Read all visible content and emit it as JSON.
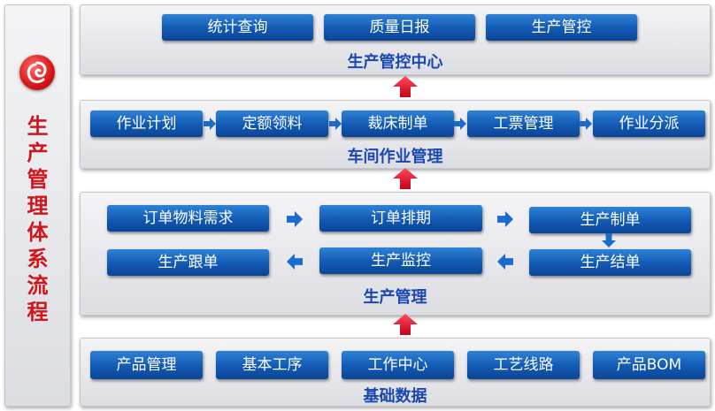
{
  "sidebar": {
    "title_chars": [
      "生",
      "产",
      "管",
      "理",
      "体",
      "系",
      "流",
      "程"
    ]
  },
  "control_center": {
    "buttons": [
      "统计查询",
      "质量日报",
      "生产管控"
    ],
    "title": "生产管控中心"
  },
  "workshop": {
    "buttons": [
      "作业计划",
      "定额领料",
      "裁床制单",
      "工票管理",
      "作业分派"
    ],
    "title": "车间作业管理"
  },
  "production": {
    "row1": [
      "订单物料需求",
      "订单排期",
      "生产制单"
    ],
    "row2": [
      "生产跟单",
      "生产监控",
      "生产结单"
    ],
    "title": "生产管理"
  },
  "base_data": {
    "buttons": [
      "产品管理",
      "基本工序",
      "工作中心",
      "工艺线路",
      "产品BOM"
    ],
    "title": "基础数据"
  },
  "colors": {
    "button_blue": "#1259b4",
    "title_blue": "#1a47b0",
    "side_red": "#d0161c",
    "up_arrow_red": "#e0102a"
  }
}
